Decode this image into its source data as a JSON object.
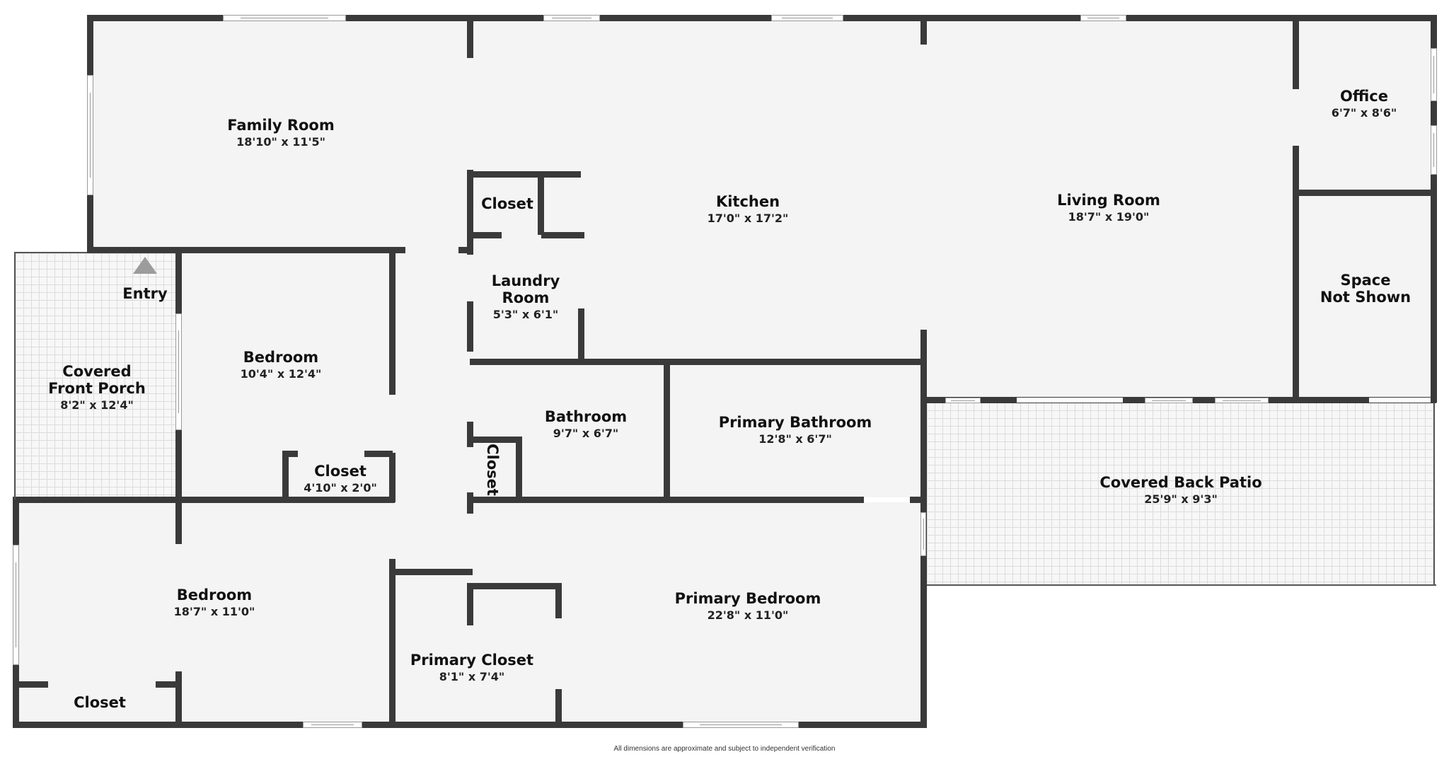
{
  "floorplan": {
    "rooms": [
      {
        "id": "family-room",
        "name": "Family Room",
        "dim": "18'10\" x 11'5\""
      },
      {
        "id": "kitchen",
        "name": "Kitchen",
        "dim": "17'0\" x 17'2\""
      },
      {
        "id": "living-room",
        "name": "Living Room",
        "dim": "18'7\" x 19'0\""
      },
      {
        "id": "office",
        "name": "Office",
        "dim": "6'7\" x 8'6\""
      },
      {
        "id": "space-not-shown",
        "name": "Space Not Shown",
        "name_line1": "Space",
        "name_line2": "Not Shown"
      },
      {
        "id": "closet-top",
        "name": "Closet"
      },
      {
        "id": "laundry-room",
        "name": "Laundry Room",
        "name_line1": "Laundry",
        "name_line2": "Room",
        "dim": "5'3\" x 6'1\""
      },
      {
        "id": "covered-front-porch",
        "name": "Covered Front Porch",
        "name_line1": "Covered",
        "name_line2": "Front Porch",
        "dim": "8'2\" x 12'4\""
      },
      {
        "id": "bedroom-upper",
        "name": "Bedroom",
        "dim": "10'4\" x 12'4\""
      },
      {
        "id": "closet-bedroom-upper",
        "name": "Closet",
        "dim": "4'10\" x 2'0\""
      },
      {
        "id": "bathroom",
        "name": "Bathroom",
        "dim": "9'7\" x 6'7\""
      },
      {
        "id": "closet-hall",
        "name": "Closet"
      },
      {
        "id": "primary-bathroom",
        "name": "Primary Bathroom",
        "dim": "12'8\" x 6'7\""
      },
      {
        "id": "covered-back-patio",
        "name": "Covered Back Patio",
        "dim": "25'9\" x 9'3\""
      },
      {
        "id": "bedroom-lower",
        "name": "Bedroom",
        "dim": "18'7\" x 11'0\""
      },
      {
        "id": "closet-bedroom-lower",
        "name": "Closet"
      },
      {
        "id": "primary-closet",
        "name": "Primary Closet",
        "dim": "8'1\" x 7'4\""
      },
      {
        "id": "primary-bedroom",
        "name": "Primary Bedroom",
        "dim": "22'8\" x 11'0\""
      }
    ],
    "entry": {
      "label": "Entry",
      "icon": "entry-arrow-icon"
    },
    "colors": {
      "wall": "#3a3a3a",
      "floor": "#f4f4f4",
      "patio_grid": "#dcdcdc",
      "background": "#ffffff"
    }
  },
  "footer": {
    "disclaimer": "All dimensions are approximate and subject to independent verification"
  }
}
